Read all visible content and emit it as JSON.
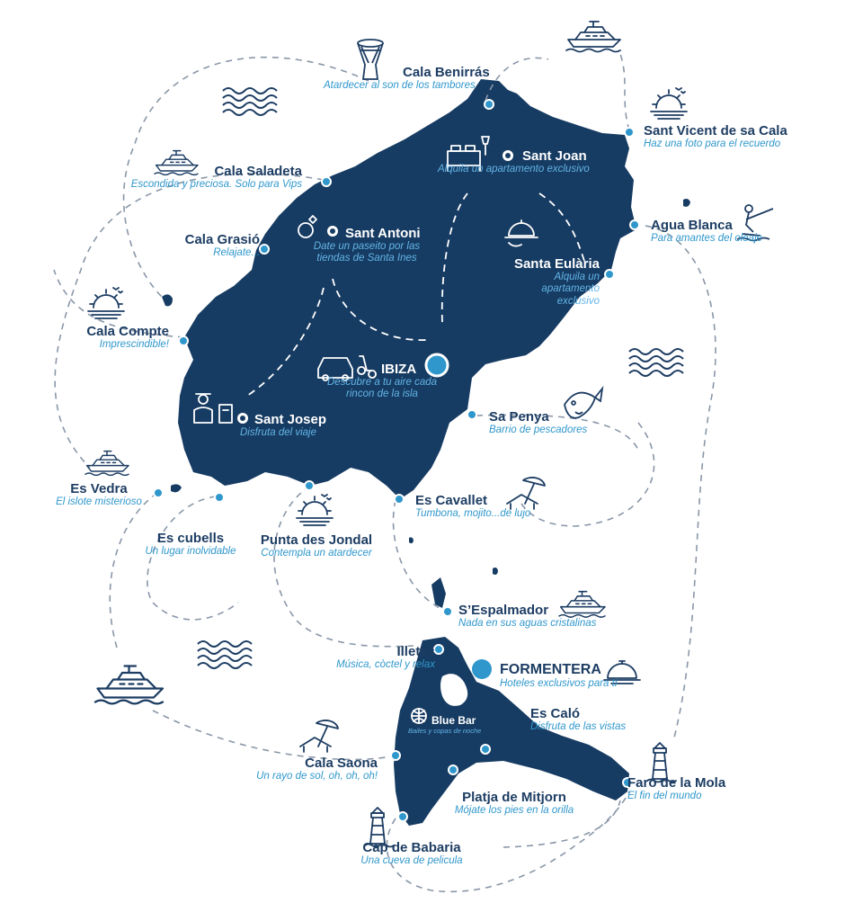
{
  "colors": {
    "land": "#173c63",
    "sea_icon": "#1d3d63",
    "accent": "#2f97cc",
    "route": "#8a97a8"
  },
  "places": [
    {
      "id": "cala-benirras",
      "name": "Cala Benirrás",
      "desc": "Atardecer al son de los tambores",
      "icon": "djembe-drum-icon"
    },
    {
      "id": "sant-vicent",
      "name": "Sant Vicent de sa Cala",
      "desc": "Haz una foto para el recuerdo",
      "icon": "sunset-icon"
    },
    {
      "id": "cala-saladeta",
      "name": "Cala Saladeta",
      "desc": "Escondida y preciosa. Solo para Vips",
      "icon": "yacht-icon"
    },
    {
      "id": "sant-joan",
      "name": "Sant Joan",
      "desc": "Alquila un apartamento exclusivo",
      "icon": "bed-icon"
    },
    {
      "id": "sant-antoni",
      "name": "Sant Antoni",
      "desc": "Date un paseito por las tiendas de Santa Ines",
      "icon": "ring-icon"
    },
    {
      "id": "cala-grasio",
      "name": "Cala Grasió",
      "desc": "Relajate...",
      "icon": ""
    },
    {
      "id": "agua-blanca",
      "name": "Agua Blanca",
      "desc": "Para amantes del oleaje",
      "icon": "water-ski-icon"
    },
    {
      "id": "santa-eularia",
      "name": "Santa Eulària",
      "desc": "Alquila un apartamento exclusivo",
      "icon": "cloche-icon"
    },
    {
      "id": "cala-compte",
      "name": "Cala Compte",
      "desc": "Imprescindible!",
      "icon": "sunset-icon"
    },
    {
      "id": "ibiza",
      "name": "IBIZA",
      "desc": "Descubre a tu aire cada rincon de la isla",
      "icon": "car-scooter-icon"
    },
    {
      "id": "sant-josep",
      "name": "Sant Josep",
      "desc": "Disfruta del viaje",
      "icon": "chauffeur-icon"
    },
    {
      "id": "sa-penya",
      "name": "Sa Penya",
      "desc": "Barrio de pescadores",
      "icon": "fish-icon"
    },
    {
      "id": "es-vedra",
      "name": "Es Vedra",
      "desc": "El islote misterioso",
      "icon": "yacht-icon"
    },
    {
      "id": "es-cavallet",
      "name": "Es Cavallet",
      "desc": "Tumbona, mojito...de lujo",
      "icon": "sunbed-icon"
    },
    {
      "id": "es-cubells",
      "name": "Es cubells",
      "desc": "Un lugar inolvidable",
      "icon": ""
    },
    {
      "id": "punta-des-jondal",
      "name": "Punta des Jondal",
      "desc": "Contempla un atardecer",
      "icon": "sunset-icon"
    },
    {
      "id": "s-espalmador",
      "name": "S’Espalmador",
      "desc": "Nada en sus aguas cristalinas",
      "icon": "yacht-icon"
    },
    {
      "id": "illetes",
      "name": "Illetes",
      "desc": "Música, còctel y relax",
      "icon": ""
    },
    {
      "id": "formentera",
      "name": "FORMENTERA",
      "desc": "Hoteles exclusivos para ti",
      "icon": "cloche-icon"
    },
    {
      "id": "blue-bar",
      "name": "Blue Bar",
      "desc": "Bailes y copas de noche",
      "icon": "disco-ball-icon"
    },
    {
      "id": "es-calo",
      "name": "Es Caló",
      "desc": "Disfruta de las vistas",
      "icon": ""
    },
    {
      "id": "cala-saona",
      "name": "Cala Saona",
      "desc": "Un rayo de sol, oh, oh, oh!",
      "icon": "sunbed-icon"
    },
    {
      "id": "faro-de-la-mola",
      "name": "Faro de la Mola",
      "desc": "El fin del mundo",
      "icon": "lighthouse-icon"
    },
    {
      "id": "platja-de-mitjorn",
      "name": "Platja de Mitjorn",
      "desc": "Mójate los pies en la orilla",
      "icon": "water-ski-icon"
    },
    {
      "id": "cap-de-babaria",
      "name": "Cap de Babaria",
      "desc": "Una cueva de pelicula",
      "icon": "lighthouse-icon"
    }
  ]
}
